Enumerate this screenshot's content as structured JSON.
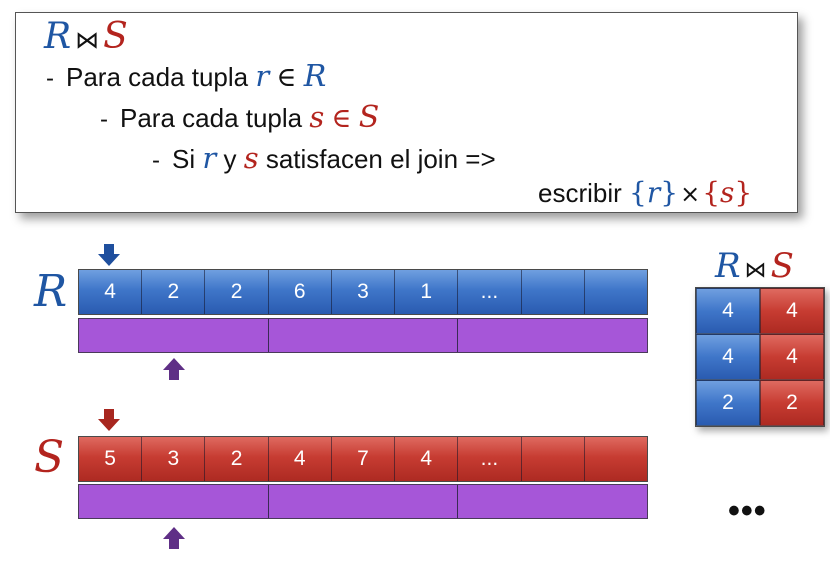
{
  "algorithm": {
    "title": {
      "left": "R",
      "op": "⋈",
      "right": "S"
    },
    "line1": {
      "dash": "-",
      "text": "Para cada tupla",
      "var": "r",
      "in": "∈",
      "rel": "R"
    },
    "line2": {
      "dash": "-",
      "text": "Para cada tupla",
      "var": "s",
      "in": "∈",
      "rel": "S"
    },
    "line3": {
      "dash": "-",
      "si": "Si",
      "r": "r",
      "y": "y",
      "s": "s",
      "rest": "satisfacen el join =>"
    },
    "line4": {
      "text": "escribir",
      "open": "{",
      "r": "r",
      "close": "}",
      "times": "×",
      "s": "s"
    }
  },
  "relation_R": {
    "label": "R",
    "values": [
      "4",
      "2",
      "2",
      "6",
      "3",
      "1",
      "...",
      "",
      ""
    ]
  },
  "relation_S": {
    "label": "S",
    "values": [
      "5",
      "3",
      "2",
      "4",
      "7",
      "4",
      "...",
      "",
      ""
    ]
  },
  "result": {
    "title": {
      "left": "R",
      "op": "⋈",
      "right": "S"
    },
    "rows": [
      [
        "4",
        "4"
      ],
      [
        "4",
        "4"
      ],
      [
        "2",
        "2"
      ]
    ],
    "more": "•••"
  },
  "colors": {
    "blue": "#3f76c9",
    "red": "#c73c32",
    "block": "#a656d8",
    "arrow_blue": "#1f4f9e",
    "arrow_red": "#a8271f",
    "arrow_purple": "#5f2f86"
  }
}
